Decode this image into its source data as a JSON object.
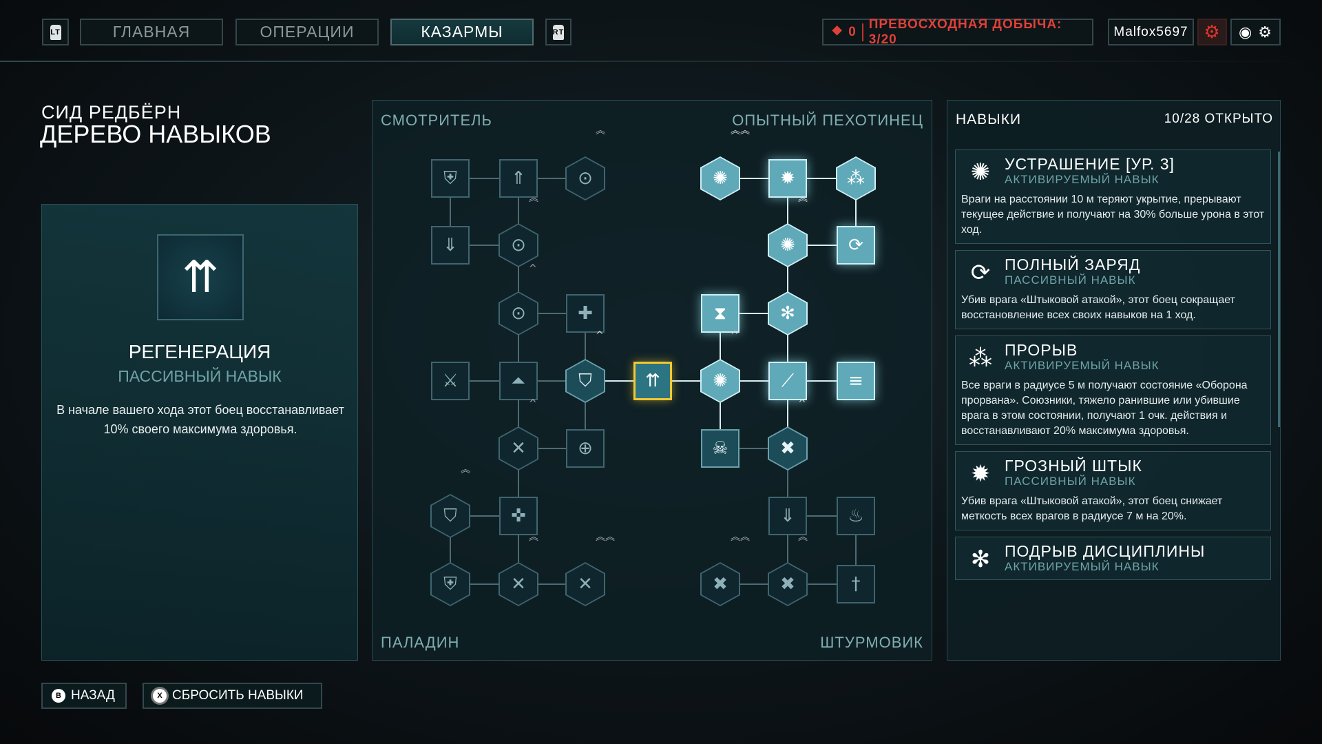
{
  "topbar": {
    "lt": "LT",
    "rt": "RT",
    "tabs": [
      {
        "label": "ГЛАВНАЯ"
      },
      {
        "label": "ОПЕРАЦИИ"
      },
      {
        "label": "КАЗАРМЫ"
      }
    ],
    "loot_count": "0",
    "loot_label": "ПРЕВОСХОДНАЯ ДОБЫЧА: 3/20",
    "username": "Malfox5697"
  },
  "header": {
    "character": "СИД РЕДБЁРН",
    "title": "ДЕРЕВО НАВЫКОВ"
  },
  "selected": {
    "name": "РЕГЕНЕРАЦИЯ",
    "type": "ПАССИВНЫЙ НАВЫК",
    "desc": "В начале вашего хода этот боец восстанавливает 10% своего максимума здоровья."
  },
  "tree": {
    "top_left": "СМОТРИТЕЛЬ",
    "top_right": "ОПЫТНЫЙ ПЕХОТИНЕЦ",
    "bottom_left": "ПАЛАДИН",
    "bottom_right": "ШТУРМОВИК"
  },
  "skills": {
    "title": "НАВЫКИ",
    "unlocked": "10/28",
    "unlocked_label": "ОТКРЫТО",
    "items": [
      {
        "name": "УСТРАШЕНИЕ [УР. 3]",
        "type": "АКТИВИРУЕМЫЙ НАВЫК",
        "desc": "Враги на расстоянии 10 м теряют укрытие, прерывают текущее действие и получают на 30% больше урона в этот ход."
      },
      {
        "name": "ПОЛНЫЙ ЗАРЯД",
        "type": "ПАССИВНЫЙ НАВЫК",
        "desc": "Убив врага «Штыковой атакой», этот боец сокращает восстановление всех своих навыков на 1 ход."
      },
      {
        "name": "ПРОРЫВ",
        "type": "АКТИВИРУЕМЫЙ НАВЫК",
        "desc": "Все враги в радиусе 5 м получают состояние «Оборона прорвана». Союзники, тяжело ранившие или убившие врага в этом состоянии, получают 1 очк. действия и восстанавливают 20% максимума здоровья."
      },
      {
        "name": "ГРОЗНЫЙ ШТЫК",
        "type": "ПАССИВНЫЙ НАВЫК",
        "desc": "Убив врага «Штыковой атакой», этот боец снижает меткость всех врагов в радиусе 7 м на 20%."
      },
      {
        "name": "ПОДРЫВ ДИСЦИПЛИНЫ",
        "type": "АКТИВИРУЕМЫЙ НАВЫК"
      }
    ]
  },
  "footer": {
    "back_key": "B",
    "back": "НАЗАД",
    "reset_key": "X",
    "reset": "СБРОСИТЬ НАВЫКИ"
  },
  "colors": {
    "accent": "#5fa9b8",
    "selected": "#f2c933",
    "loot": "#e0403a"
  }
}
